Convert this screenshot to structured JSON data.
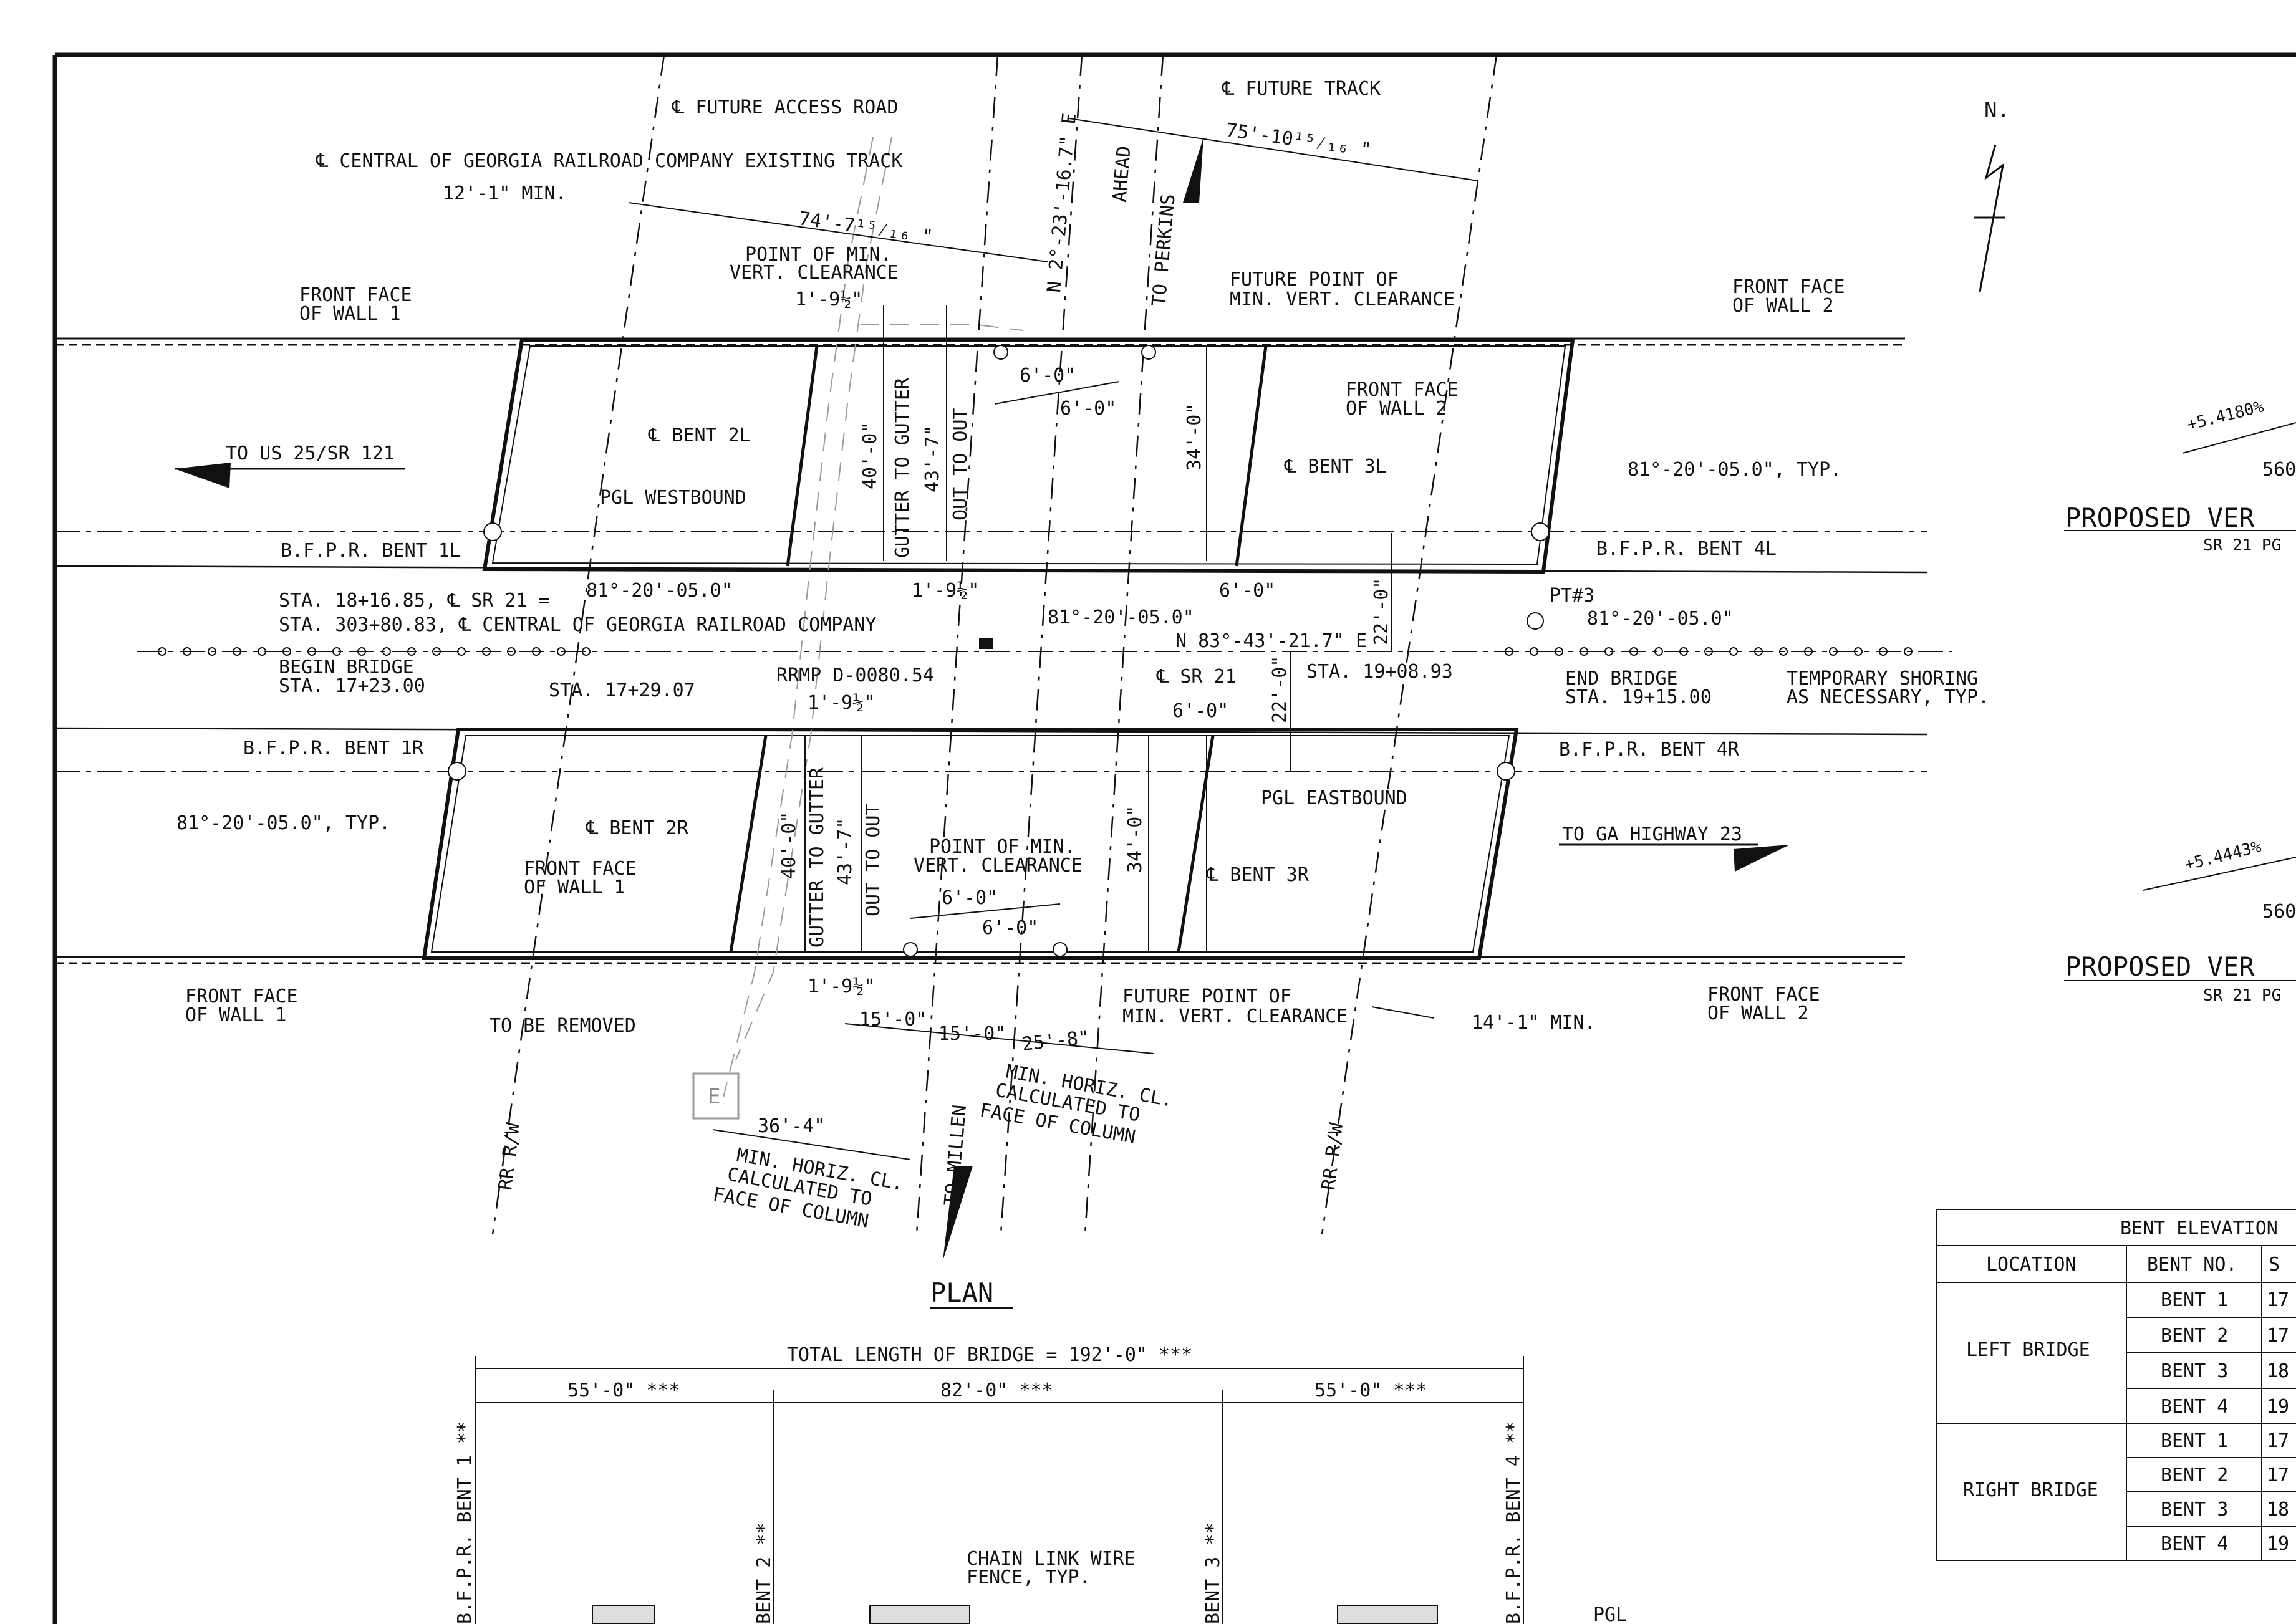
{
  "labels": {
    "north": "N.",
    "future_access_road": "℄ FUTURE ACCESS ROAD",
    "future_track": "℄ FUTURE TRACK",
    "cgr_existing_track": "℄ CENTRAL OF GEORGIA RAILROAD COMPANY EXISTING TRACK",
    "min_12_1": "12'-1\" MIN.",
    "dim_75_10": "75'-10¹⁵⁄₁₆ \"",
    "dim_74_7": "74'-7¹⁵⁄₁₆ \"",
    "bearing_track": "N 2°-23'-16.7\" E",
    "ahead": "AHEAD",
    "to_perkins": "TO PERKINS",
    "pt_min_vert_1": "POINT OF MIN.",
    "pt_min_vert_2": "VERT. CLEARANCE",
    "future_pt_1": "FUTURE POINT OF",
    "future_pt_2": "MIN. VERT. CLEARANCE",
    "front_face_wall1_1": "FRONT FACE",
    "front_face_wall1_2": "OF WALL 1",
    "front_face_wall2_1": "FRONT FACE",
    "front_face_wall2_2": "OF WALL 2",
    "dim_1_9_half": "1'-9½\"",
    "dim_6_0": "6'-0\"",
    "gutter_to_gutter": "GUTTER TO GUTTER",
    "out_to_out": "OUT TO OUT",
    "dim_40_0": "40'-0\"",
    "dim_43_7": "43'-7\"",
    "dim_34_0": "34'-0\"",
    "dim_22_0": "22'-0\"",
    "bent_2l": "℄ BENT 2L",
    "bent_3l": "℄ BENT 3L",
    "bent_2r": "℄ BENT 2R",
    "bent_3r": "℄ BENT 3R",
    "to_us25": "TO US 25/SR 121",
    "to_ga23": "TO GA HIGHWAY 23",
    "pgl_wb": "PGL WESTBOUND",
    "pgl_eb": "PGL EASTBOUND",
    "bfpr_1l": "B.F.P.R. BENT 1L",
    "bfpr_4l": "B.F.P.R. BENT 4L",
    "bfpr_1r": "B.F.P.R. BENT 1R",
    "bfpr_4r": "B.F.P.R. BENT 4R",
    "skew": "81°-20'-05.0\"",
    "skew_typ": "81°-20'-05.0\", TYP.",
    "sta_sr21": "STA. 18+16.85, ℄ SR 21 =",
    "sta_cgr": "STA. 303+80.83, ℄ CENTRAL OF GEORGIA RAILROAD COMPANY",
    "begin_bridge_1": "BEGIN BRIDGE",
    "begin_bridge_2": "STA. 17+23.00",
    "sta_17_29": "STA. 17+29.07",
    "rrmp": "RRMP D-0080.54",
    "bearing_sr21": "N 83°-43'-21.7\" E",
    "cl_sr21": "℄ SR 21",
    "sta_19_08": "STA. 19+08.93",
    "pt3": "PT#3",
    "end_bridge_1": "END BRIDGE",
    "end_bridge_2": "STA. 19+15.00",
    "temp_shoring_1": "TEMPORARY SHORING",
    "temp_shoring_2": "AS NECESSARY, TYP.",
    "to_be_removed": "TO BE REMOVED",
    "dim_15_0": "15'-0\"",
    "dim_25_8": "25'-8\"",
    "dim_36_4": "36'-4\"",
    "min_horiz_1": "MIN. HORIZ. CL.",
    "min_horiz_2": "CALCULATED TO",
    "min_horiz_3": "FACE OF COLUMN",
    "min_14_1": "14'-1\" MIN.",
    "rr_rw": "RR R/W",
    "to_millen": "TO MILLEN",
    "plan": "PLAN",
    "total_length": "TOTAL LENGTH OF BRIDGE = 192'-0\" ***",
    "span_55": "55'-0\" ***",
    "span_82": "82'-0\" ***",
    "bfpr_bent1": "B.F.P.R. BENT 1 **",
    "bent2": "BENT 2 **",
    "bent3": "BENT 3 **",
    "bfpr_bent4": "B.F.P.R. BENT 4 **",
    "chain_link_1": "CHAIN LINK WIRE",
    "chain_link_2": "FENCE, TYP.",
    "pgl": "PGL",
    "grade_1": "+5.4180%",
    "grade_2": "+5.4443%",
    "num_560": "560",
    "proposed_ver": "PROPOSED VER",
    "sr21_pg": "SR 21 PG",
    "e_marker": "E"
  },
  "bent_table": {
    "title": "BENT ELEVATION",
    "col_location": "LOCATION",
    "col_bent_no": "BENT NO.",
    "col_s": "S",
    "groups": [
      {
        "location": "LEFT BRIDGE",
        "rows": [
          {
            "bent": "BENT 1",
            "s": "17"
          },
          {
            "bent": "BENT 2",
            "s": "17"
          },
          {
            "bent": "BENT 3",
            "s": "18"
          },
          {
            "bent": "BENT 4",
            "s": "19"
          }
        ]
      },
      {
        "location": "RIGHT BRIDGE",
        "rows": [
          {
            "bent": "BENT 1",
            "s": "17"
          },
          {
            "bent": "BENT 2",
            "s": "17"
          },
          {
            "bent": "BENT 3",
            "s": "18"
          },
          {
            "bent": "BENT 4",
            "s": "19"
          }
        ]
      }
    ]
  }
}
